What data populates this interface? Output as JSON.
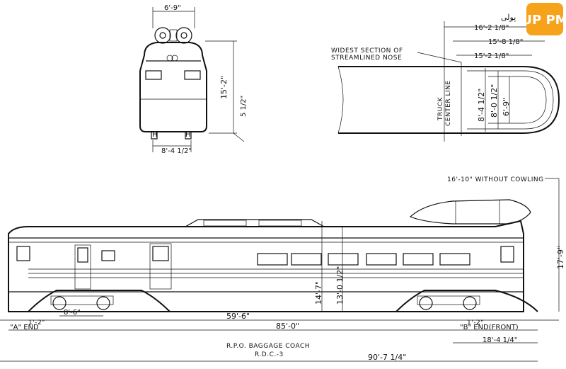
{
  "front_view": {
    "width_top": "6'-9\"",
    "height": "15'-2\"",
    "step": "5 1/2\"",
    "width_base": "8'-4 1/2\""
  },
  "nose_plan": {
    "d1": "16'-2 1/8\"",
    "d2": "15'-8 1/8\"",
    "d3": "15'-2 1/8\"",
    "callout": [
      "WIDEST SECTION OF",
      "STREAMLINED NOSE"
    ],
    "truck_label": [
      "TRUCK",
      "CENTER LINE"
    ],
    "w1": "8'-4 1/2\"",
    "w2": "8'-0 1/2\"",
    "w3": "6'-9\""
  },
  "side_view": {
    "cowling_note": "16'-10\" WITHOUT COWLING",
    "total_height": "17'-9\"",
    "h1": "14'-7\"",
    "h2": "13'-0 1/2\"",
    "truck_spacing": "8'-6\"",
    "truck_centers": "59'-6\"",
    "body_length": "85'-0\"",
    "a_end": "\"A\" END",
    "b_end": "\"B\" END(FRONT)",
    "nose_length": "18'-4 1/4\"",
    "small_a": "1'-2\"",
    "small_b": "1'-2\"",
    "title": "R.P.O. BAGGAGE COACH",
    "model": "R.D.C.-3",
    "overall_length": "90'-7 1/4\""
  },
  "watermark": {
    "brand": "UP PM",
    "script": "پولی"
  },
  "colors": {
    "ink": "#111111",
    "paper": "#ffffff",
    "badge": "#f7a21b"
  }
}
